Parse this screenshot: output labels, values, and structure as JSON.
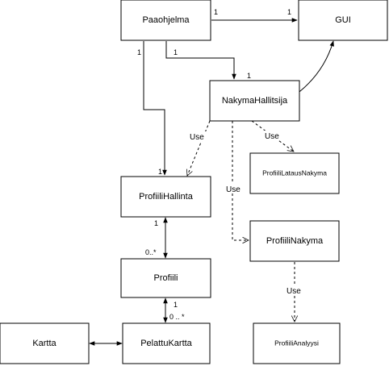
{
  "nodes": {
    "paaohjelma": "Paaohjelma",
    "gui": "GUI",
    "nakyma_hallitsija": "NakymaHallitsija",
    "profiili_hallinta": "ProfiiliHallinta",
    "profiili_lataus_nakyma": "ProfiiliLatausNakyma",
    "profiili_nakyma": "ProfiiliNakyma",
    "profiili": "Profiili",
    "profiili_analyysi": "ProfiiliAnalyysi",
    "kartta": "Kartta",
    "pelattu_kartta": "PelattuKartta"
  },
  "multiplicities": {
    "paaohjelma_gui_source": "1",
    "paaohjelma_gui_target": "1",
    "paaohjelma_profiilihallinta_source": "1",
    "paaohjelma_profiilihallinta_target": "1",
    "paaohjelma_nakymahallitsija_source": "1",
    "paaohjelma_nakymahallitsija_target": "1",
    "profiilihallinta_profiili_source": "1",
    "profiilihallinta_profiili_target": "0..*",
    "profiili_pelattukartta_source": "1",
    "profiili_pelattukartta_target": "0 .. *"
  },
  "edge_labels": {
    "use_nakyma_profiilihallinta": "Use",
    "use_nakyma_lataus": "Use",
    "use_nakyma_profiilinakyma": "Use",
    "use_profiilinakyma_analyysi": "Use"
  }
}
